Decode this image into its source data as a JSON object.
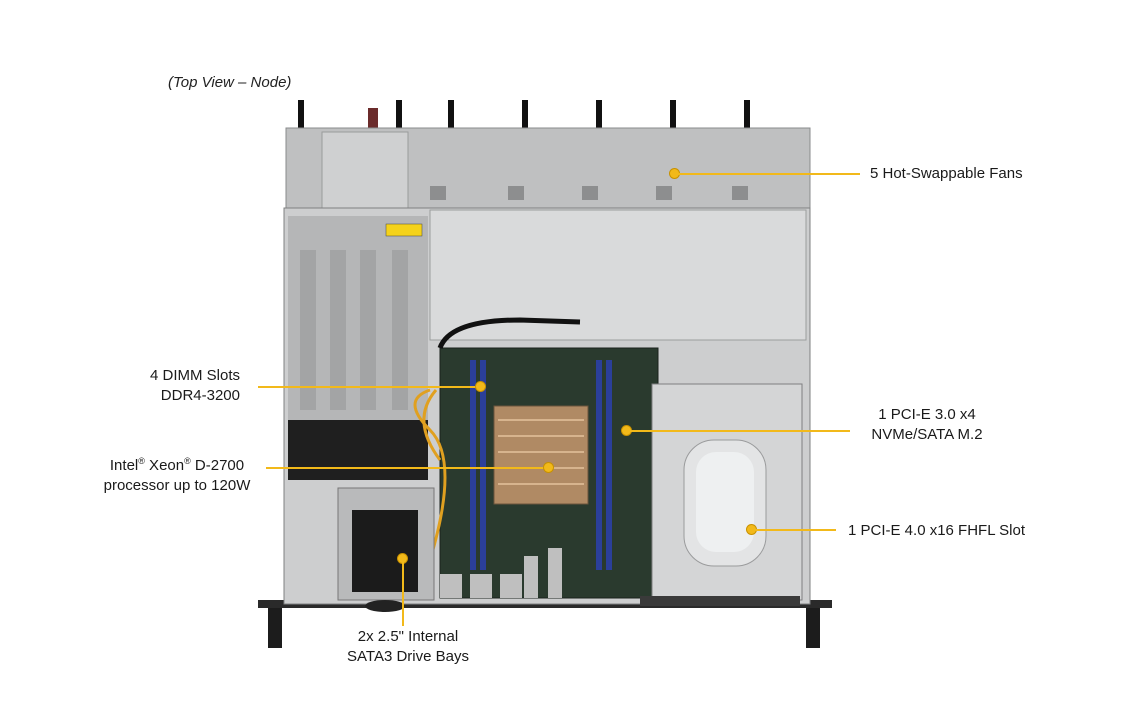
{
  "caption": "(Top View – Node)",
  "callouts": {
    "fans": "5 Hot-Swappable Fans",
    "dimm_line1": "4 DIMM Slots",
    "dimm_line2": "DDR4-3200",
    "cpu_line1_a": "Intel",
    "cpu_line1_sup1": "®",
    "cpu_line1_b": " Xeon",
    "cpu_line1_sup2": "®",
    "cpu_line1_c": " D-2700",
    "cpu_line2": "processor up to 120W",
    "m2_line1": "1 PCI-E 3.0 x4",
    "m2_line2": "NVMe/SATA M.2",
    "pcie_slot": "1 PCI-E 4.0 x16 FHFL Slot",
    "drive_line1": "2x 2.5\" Internal",
    "drive_line2": "SATA3 Drive Bays"
  },
  "colors": {
    "callout": "#f2b91a",
    "chassis": "#c9cacb",
    "board": "#2a3a2e",
    "dimm": "#2b3f9a"
  }
}
